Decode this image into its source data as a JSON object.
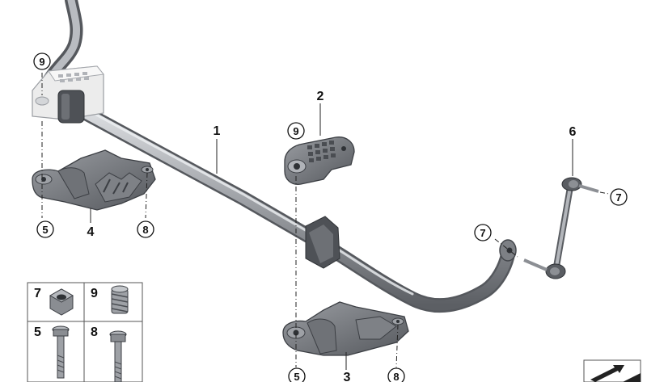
{
  "diagram": {
    "callouts": {
      "c9_left": "9",
      "c9_mid": "9",
      "c5_left": "5",
      "c8_left": "8",
      "c7_right": "7",
      "c7_mid": "7",
      "c5_bottom": "5",
      "c8_bottom": "8"
    },
    "part_numbers": {
      "p1": "1",
      "p2": "2",
      "p3": "3",
      "p4": "4",
      "p6": "6"
    },
    "table": {
      "nut_label": "7",
      "insert_label": "9",
      "bolt_short_label": "5",
      "bolt_long_label": "8"
    },
    "colors": {
      "metal": "#8a8d92",
      "metal_light": "#c9ccd0",
      "metal_dark": "#4a4d52",
      "white_part": "#ececec"
    }
  }
}
